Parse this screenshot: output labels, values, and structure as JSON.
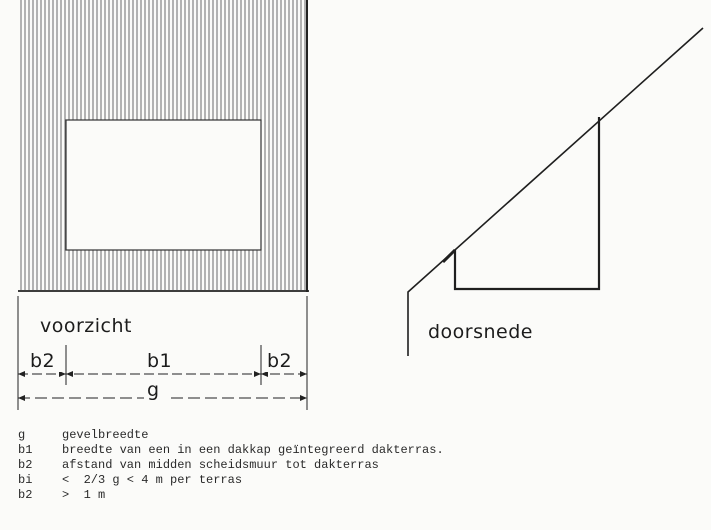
{
  "labels": {
    "front_view": "voorzicht",
    "section": "doorsnede",
    "b2_left": "b2",
    "b1": "b1",
    "b2_right": "b2",
    "g": "g"
  },
  "legend": [
    {
      "symbol": "g",
      "text": "gevelbreedte"
    },
    {
      "symbol": "b1",
      "text": "breedte van een in een dakkap geïntegreerd dakterras."
    },
    {
      "symbol": "b2",
      "text": "afstand van midden scheidsmuur tot dakterras"
    },
    {
      "symbol": "bi",
      "text": "<  2/3 g < 4 m per terras"
    },
    {
      "symbol": "b2",
      "text": ">  1 m"
    }
  ]
}
